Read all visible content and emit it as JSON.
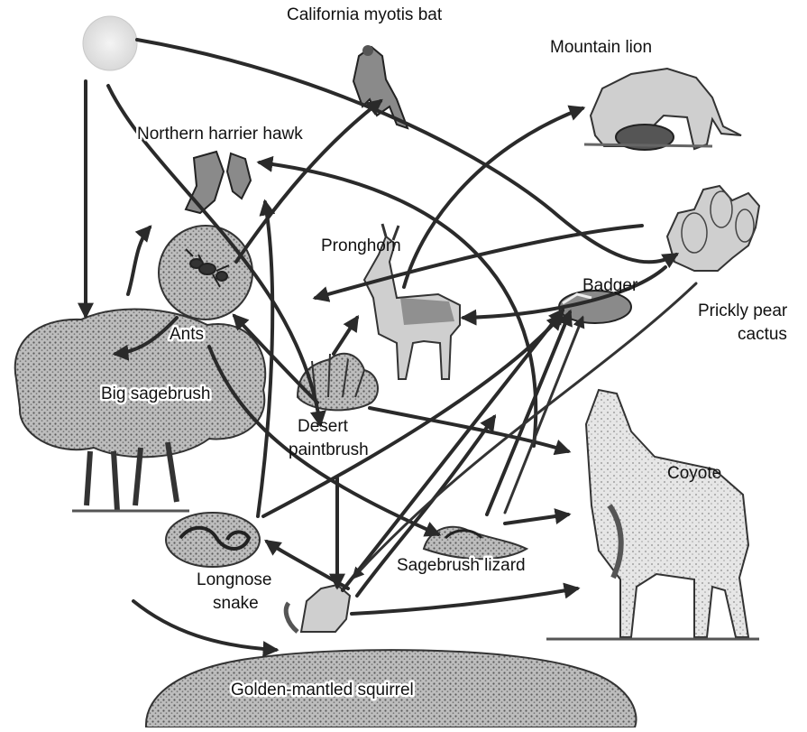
{
  "diagram": {
    "organisms": {
      "sun": "",
      "bat": "California myotis bat",
      "mountain_lion": "Mountain lion",
      "hawk": "Northern harrier hawk",
      "pronghorn": "Pronghorn",
      "badger": "Badger",
      "cactus_line1": "Prickly pear",
      "cactus_line2": "cactus",
      "ants": "Ants",
      "sagebrush": "Big sagebrush",
      "paintbrush_line1": "Desert",
      "paintbrush_line2": "paintbrush",
      "coyote": "Coyote",
      "snake_line1": "Longnose",
      "snake_line2": "snake",
      "lizard": "Sagebrush lizard",
      "squirrel": "Golden-mantled squirrel"
    }
  }
}
